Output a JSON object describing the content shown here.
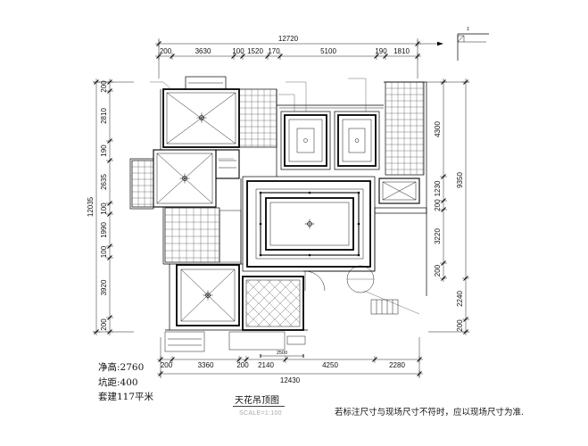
{
  "drawing": {
    "title": "天花吊顶图",
    "scale": "SCALE=1:100",
    "disclaimer": "若标注尺寸与现场尺寸不符时，应以现场尺寸为准.",
    "detail_mark": "1"
  },
  "notes": {
    "clear_height": "净高:2760",
    "pit_distance": "坑距:400",
    "area": "套建117平米"
  },
  "dimensions": {
    "top_total": "12720",
    "top": [
      "200",
      "3630",
      "100",
      "1520",
      "170",
      "5100",
      "190",
      "1810"
    ],
    "bottom_total": "12430",
    "bottom": [
      "200",
      "3360",
      "200",
      "2140",
      "4250",
      "2280"
    ],
    "left_total": "12035",
    "left": [
      "200",
      "2810",
      "190",
      "2635",
      "100",
      "1990",
      "100",
      "3920",
      "200"
    ],
    "right_total": "9350",
    "right": [
      "4300",
      "1230",
      "200",
      "3220",
      "200"
    ],
    "right_outer": [
      "2240",
      "200"
    ],
    "kitchen_width": "2500"
  },
  "colors": {
    "line": "#000000",
    "scale_text": "#aaaaaa"
  }
}
